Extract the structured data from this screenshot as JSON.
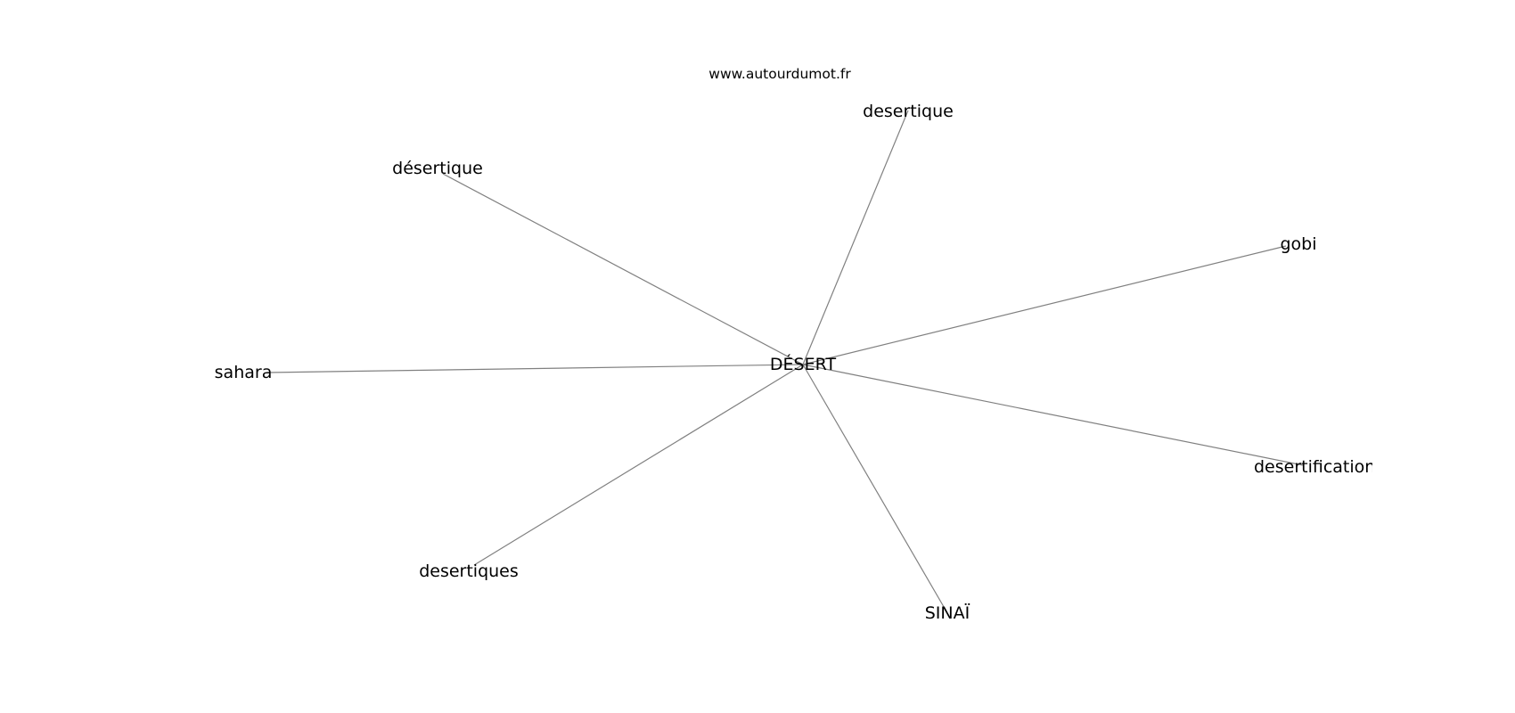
{
  "source": "www.autourdumot.fr",
  "graph": {
    "center": {
      "id": "center",
      "label": "DÉSERT"
    },
    "neighbors": [
      {
        "id": "desertique",
        "label": "desertique"
      },
      {
        "id": "desertique-accent",
        "label": "désertique"
      },
      {
        "id": "gobi",
        "label": "gobi"
      },
      {
        "id": "sahara",
        "label": "sahara"
      },
      {
        "id": "desertification",
        "label": "desertification"
      },
      {
        "id": "desertiques",
        "label": "desertiques"
      },
      {
        "id": "sinai",
        "label": "SINAÏ"
      }
    ]
  },
  "colors": {
    "edge": "#808080",
    "text": "#000000",
    "background": "#ffffff"
  }
}
